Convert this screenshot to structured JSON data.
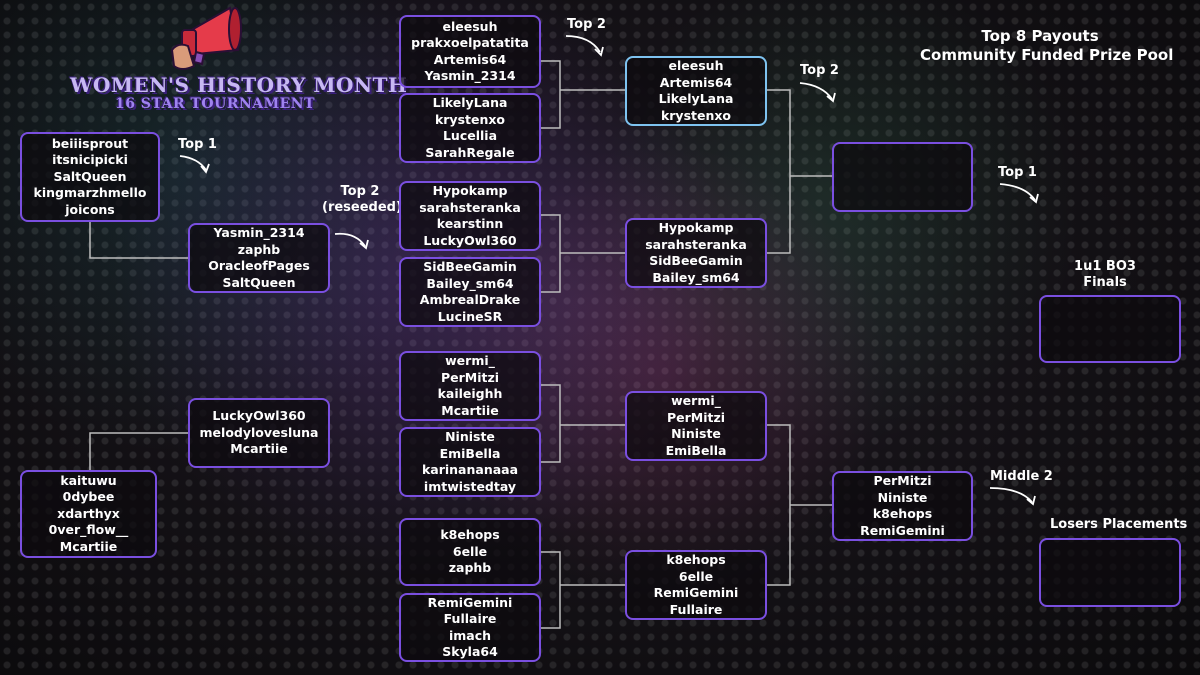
{
  "header": {
    "title": "WOMEN'S HISTORY MONTH",
    "subtitle": "16 STAR TOURNAMENT",
    "megaphone_icon": "megaphone-icon",
    "accent_color": "#7a4fe0"
  },
  "payouts": {
    "line1": "Top 8 Payouts",
    "line2": "Community Funded Prize Pool"
  },
  "labels": {
    "top1_a": "Top 1",
    "top2_reseeded_a": "Top 2",
    "top2_reseeded_b": "(reseeded)",
    "top2_upper": "Top 2",
    "top2_semis": "Top 2",
    "top1_final": "Top 1",
    "finals_a": "1u1 BO3",
    "finals_b": "Finals",
    "middle2": "Middle 2",
    "losers": "Losers Placements"
  },
  "heats": {
    "h1": [
      "beiiisprout",
      "itsnicipicki",
      "SaltQueen",
      "kingmarzhmello",
      "joicons"
    ],
    "h2": [
      "kaituwu",
      "0dybee",
      "xdarthyx",
      "0ver_flow__",
      "Mcartiie"
    ],
    "h3": [
      "Yasmin_2314",
      "zaphb",
      "OracleofPages",
      "SaltQueen"
    ],
    "h4": [
      "LuckyOwl360",
      "melodylovesluna",
      "Mcartiie"
    ]
  },
  "round2": {
    "r1": [
      "eleesuh",
      "prakxoelpatatita",
      "Artemis64",
      "Yasmin_2314"
    ],
    "r2": [
      "LikelyLana",
      "krystenxo",
      "Lucellia",
      "SarahRegale"
    ],
    "r3": [
      "Hypokamp",
      "sarahsteranka",
      "kearstinn",
      "LuckyOwl360"
    ],
    "r4": [
      "SidBeeGamin",
      "Bailey_sm64",
      "AmbrealDrake",
      "LucineSR"
    ],
    "r5": [
      "wermi_",
      "PerMitzi",
      "kaileighh",
      "Mcartiie"
    ],
    "r6": [
      "Niniste",
      "EmiBella",
      "karinananaaa",
      "imtwistedtay"
    ],
    "r7": [
      "k8ehops",
      "6elle",
      "zaphb"
    ],
    "r8": [
      "RemiGemini",
      "Fullaire",
      "imach",
      "Skyla64"
    ]
  },
  "round3": {
    "q1": [
      "eleesuh",
      "Artemis64",
      "LikelyLana",
      "krystenxo"
    ],
    "q2": [
      "Hypokamp",
      "sarahsteranka",
      "SidBeeGamin",
      "Bailey_sm64"
    ],
    "q3": [
      "wermi_",
      "PerMitzi",
      "Niniste",
      "EmiBella"
    ],
    "q4": [
      "k8ehops",
      "6elle",
      "RemiGemini",
      "Fullaire"
    ]
  },
  "round4": {
    "s1": [],
    "s2": [
      "PerMitzi",
      "Niniste",
      "k8ehops",
      "RemiGemini"
    ]
  },
  "finals": {
    "f1": [],
    "f2": []
  }
}
